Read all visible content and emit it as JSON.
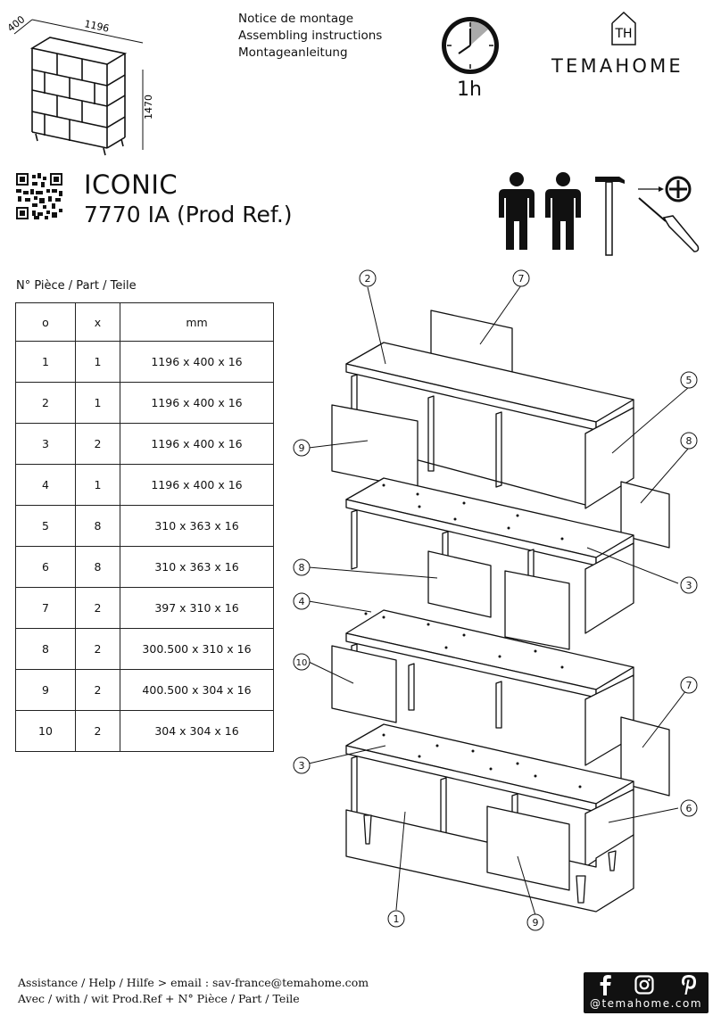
{
  "dimensions": {
    "depth": "400",
    "width": "1196",
    "height": "1470"
  },
  "notice": [
    "Notice de montage",
    "Assembling instructions",
    "Montageanleitung"
  ],
  "assembly_time": "1h",
  "brand": {
    "monogram": "TH",
    "name": "TEMAHOME"
  },
  "product": {
    "name": "ICONIC",
    "ref": "7770 IA (Prod Ref.)"
  },
  "parts": {
    "heading": "N° Pièce / Part / Teile",
    "columns": [
      "o",
      "x",
      "mm"
    ],
    "rows": [
      [
        "1",
        "1",
        "1196 x 400 x 16"
      ],
      [
        "2",
        "1",
        "1196 x 400 x 16"
      ],
      [
        "3",
        "2",
        "1196 x 400 x 16"
      ],
      [
        "4",
        "1",
        "1196 x 400 x 16"
      ],
      [
        "5",
        "8",
        "310 x 363 x 16"
      ],
      [
        "6",
        "8",
        "310 x 363 x 16"
      ],
      [
        "7",
        "2",
        "397 x 310 x 16"
      ],
      [
        "8",
        "2",
        "300.500 x 310 x 16"
      ],
      [
        "9",
        "2",
        "400.500 x 304 x 16"
      ],
      [
        "10",
        "2",
        "304 x 304 x 16"
      ]
    ]
  },
  "callouts": [
    "2",
    "7",
    "5",
    "9",
    "8",
    "3",
    "8",
    "4",
    "10",
    "7",
    "3",
    "6",
    "1",
    "9"
  ],
  "footer": {
    "help_line1": "Assistance / Help / Hilfe > email : sav-france@temahome.com",
    "help_line2": "Avec / with / wit  Prod.Ref + N° Pièce / Part / Teile",
    "social_handle": "@temahome.com"
  }
}
